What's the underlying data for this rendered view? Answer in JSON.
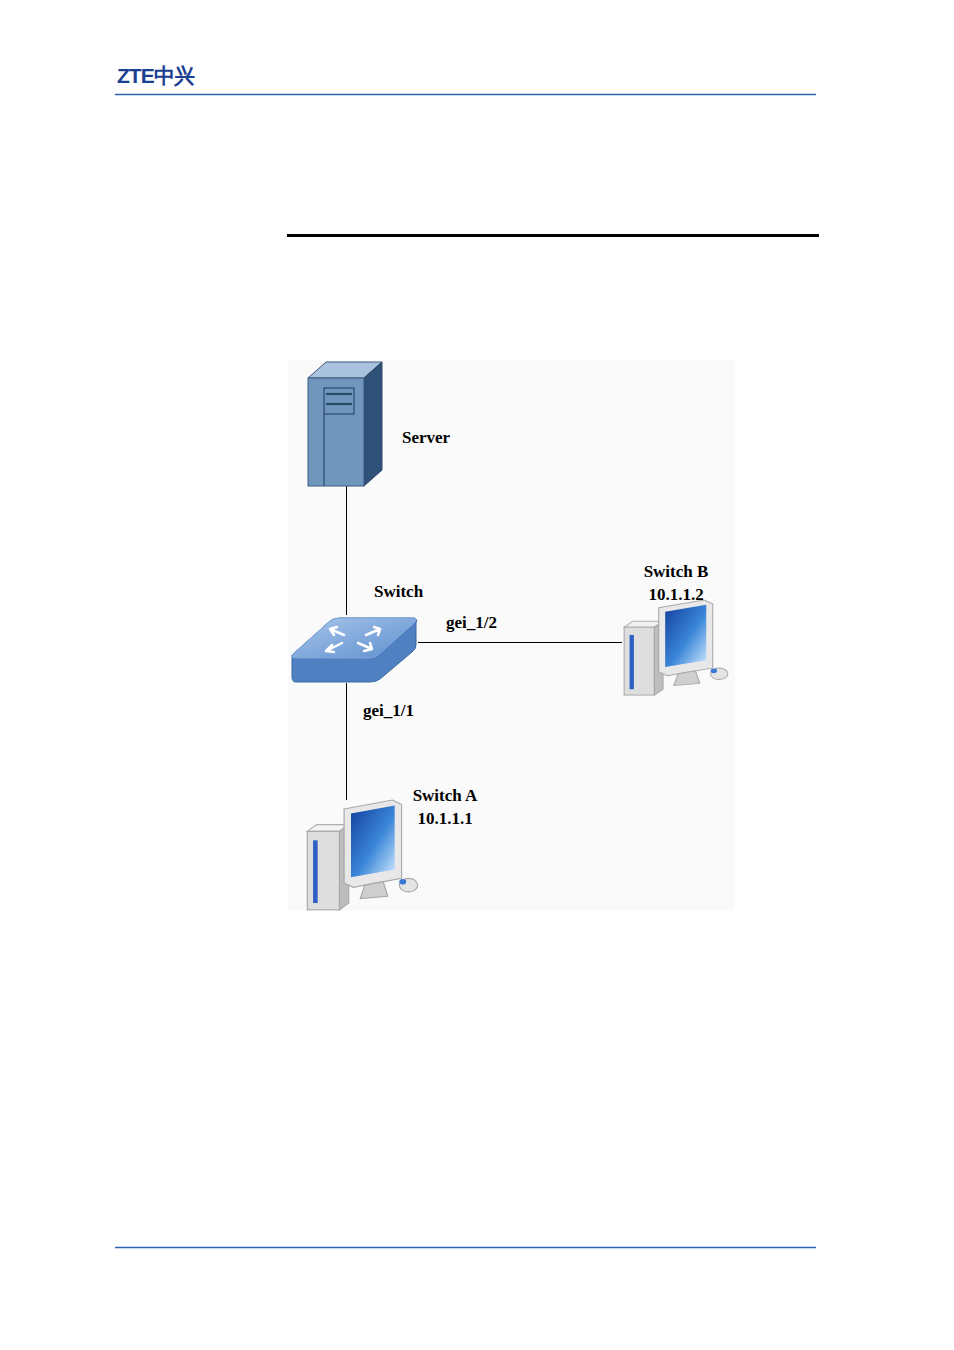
{
  "diagram": {
    "nodes": [
      {
        "text": [
          "Server"
        ]
      },
      {
        "text": [
          "Switch"
        ]
      },
      {
        "text": [
          "Switch B",
          "10.1.1.2"
        ]
      },
      {
        "text": [
          "Switch A",
          "10.1.1.1"
        ]
      }
    ],
    "edges": [
      {
        "from": 0,
        "to": 1,
        "arrow": "none"
      },
      {
        "from": 1,
        "to": 2,
        "label": "gei_1/2",
        "arrow": "none"
      },
      {
        "from": 1,
        "to": 3,
        "label": "gei_1/1",
        "arrow": "none"
      }
    ],
    "labels": [
      "ZTE中兴"
    ]
  }
}
